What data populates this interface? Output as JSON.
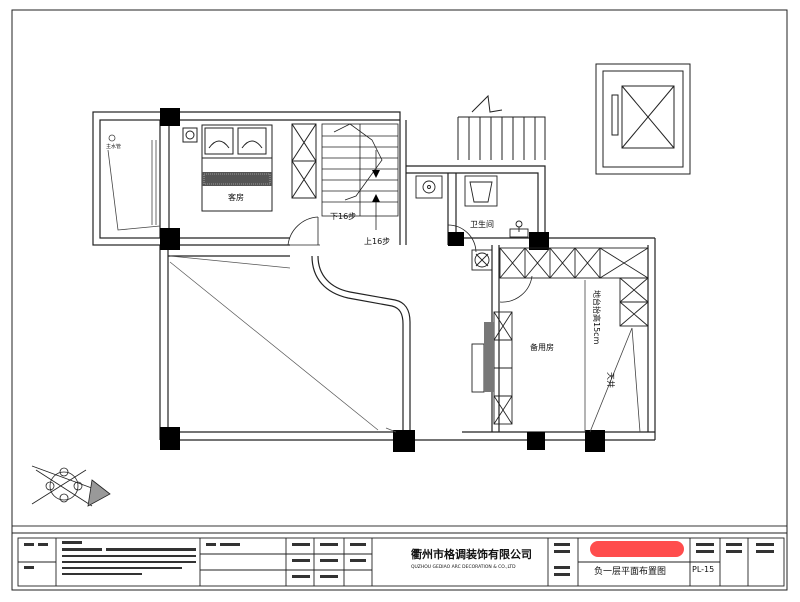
{
  "rooms": {
    "guest_room": "客房",
    "bathroom": "卫生间",
    "spare_room": "备用房",
    "skylight": "天井",
    "water_pipe": "主水管",
    "stair_down": "下16步",
    "stair_up": "上16步",
    "platform_note": "地台抬高15cm"
  },
  "title_block": {
    "company_cn": "衢州市格调装饰有限公司",
    "company_en": "QUZHOU GEDIAO ARC DECORATION & CO.,LTD",
    "drawing_title": "负一层平面布置图",
    "drawing_no": "PL-15"
  },
  "colors": {
    "line": "#222222",
    "column": "#000000",
    "redaction": "#ff4d4d"
  }
}
